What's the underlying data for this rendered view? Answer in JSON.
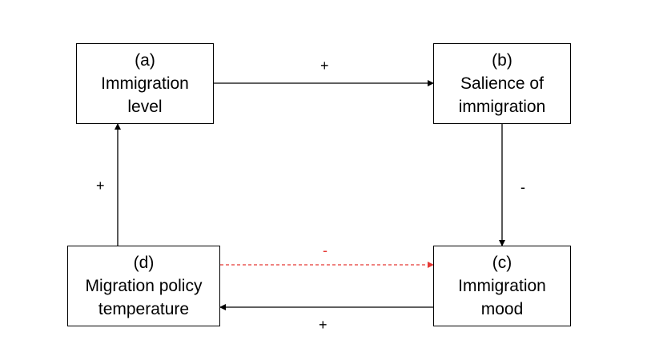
{
  "nodes": {
    "a": {
      "id": "(a)",
      "line1": "Immigration",
      "line2": "level"
    },
    "b": {
      "id": "(b)",
      "line1": "Salience of",
      "line2": "immigration"
    },
    "c": {
      "id": "(c)",
      "line1": "Immigration",
      "line2": "mood"
    },
    "d": {
      "id": "(d)",
      "line1": "Migration policy",
      "line2": "temperature"
    }
  },
  "edges": {
    "a_to_b": {
      "sign": "+",
      "color": "#000000",
      "style": "solid"
    },
    "b_to_c": {
      "sign": "-",
      "color": "#000000",
      "style": "solid"
    },
    "c_to_d": {
      "sign": "+",
      "color": "#000000",
      "style": "solid"
    },
    "d_to_a": {
      "sign": "+",
      "color": "#000000",
      "style": "solid"
    },
    "d_to_c": {
      "sign": "-",
      "color": "#e53935",
      "style": "dashed"
    }
  }
}
